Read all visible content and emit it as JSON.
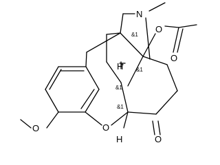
{
  "molecule": {
    "atom_labels": {
      "nitrogen": "N",
      "ester_ether_oxygen": "O",
      "ester_carbonyl_oxygen": "O",
      "ketone_oxygen": "O",
      "furan_oxygen": "O",
      "methoxy_oxygen": "O",
      "hydrogen_c9": "H",
      "hydrogen_c5": "H"
    },
    "stereo_labels": {
      "c9": "&1",
      "c14": "&1",
      "c13": "&1",
      "c5": "&1"
    },
    "line_color": "#000000"
  }
}
